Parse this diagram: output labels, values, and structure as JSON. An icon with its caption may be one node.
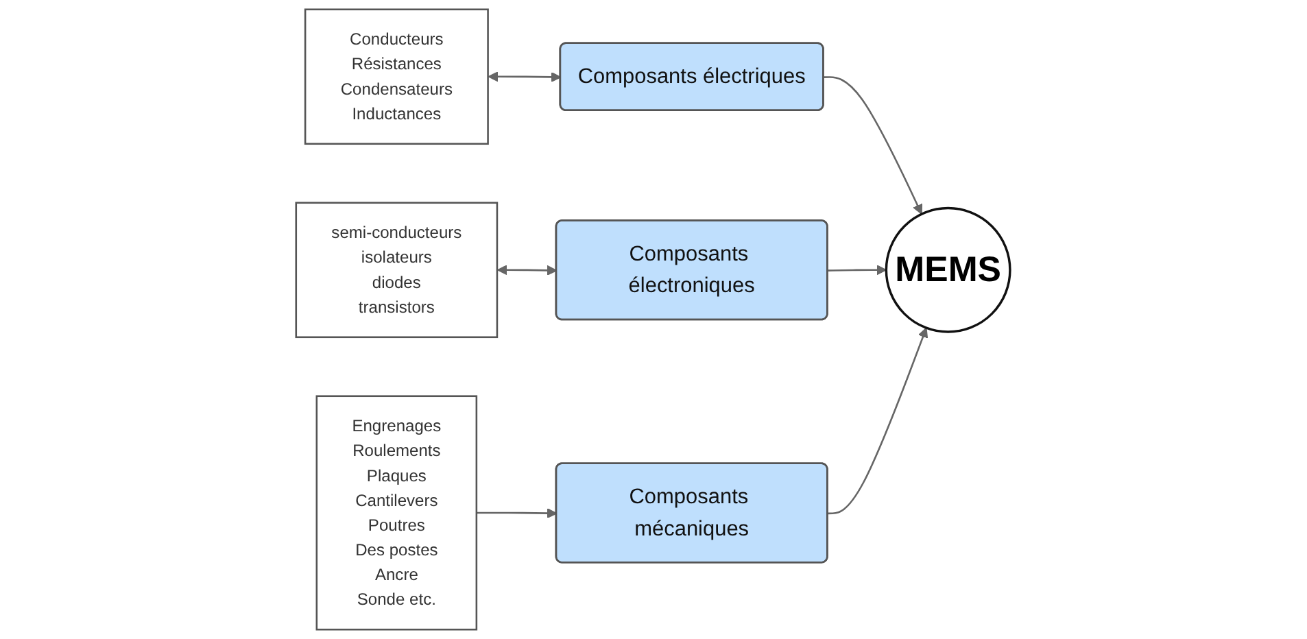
{
  "diagram": {
    "nodes": [
      {
        "text": [
          "Conducteurs",
          "Résistances",
          "Condensateurs",
          "Inductances"
        ]
      },
      {
        "text": [
          "Composants électriques"
        ]
      },
      {
        "text": [
          "Composants électroniques"
        ]
      },
      {
        "text": [
          "MEMS"
        ]
      },
      {
        "text": [
          "Engrenages",
          "Roulements",
          "Plaques",
          "Cantilevers",
          "Poutres",
          "Des postes",
          "Ancre",
          "Sonde etc."
        ]
      },
      {
        "text": [
          "semi-conducteurs",
          "isolateurs",
          "diodes",
          "transistors"
        ]
      },
      {
        "text": [
          "Composants mécaniques"
        ]
      }
    ],
    "edges": [
      {
        "from": 0,
        "to": 1,
        "arrow": "both"
      },
      {
        "from": 1,
        "to": 3,
        "arrow": "to"
      },
      {
        "from": 2,
        "to": 3,
        "arrow": "to"
      },
      {
        "from": 5,
        "to": 2,
        "arrow": "both"
      },
      {
        "from": 4,
        "to": 6,
        "arrow": "to"
      },
      {
        "from": 6,
        "to": 3,
        "arrow": "to"
      }
    ]
  }
}
